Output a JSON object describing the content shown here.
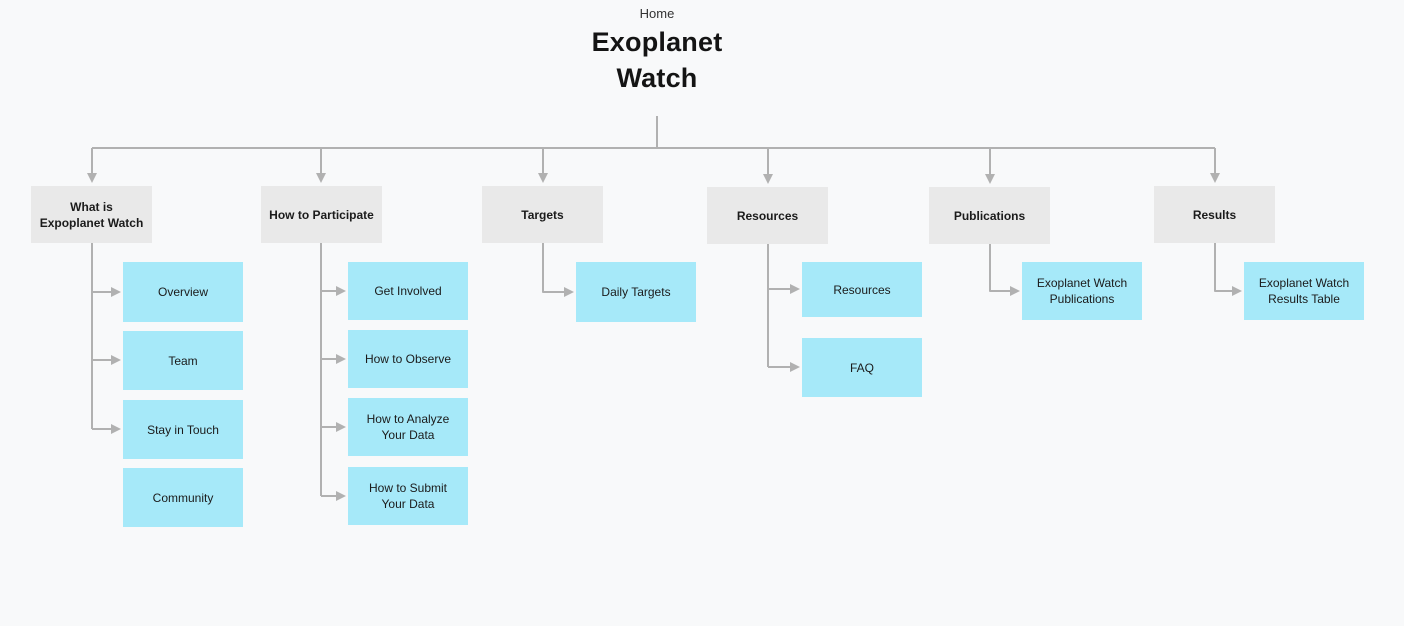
{
  "header": {
    "breadcrumb": "Home",
    "title_line1": "Exoplanet",
    "title_line2": "Watch"
  },
  "colors": {
    "background": "#f8f9fa",
    "category_bg": "#e9e9e9",
    "child_bg": "#a6e9f9",
    "connector": "#b1b1b1",
    "text": "#1b1b1b"
  },
  "tree": {
    "root": "Exoplanet Watch",
    "categories": [
      {
        "label": "What is Expoplanet Watch",
        "children": [
          "Overview",
          "Team",
          "Stay in Touch",
          "Community"
        ]
      },
      {
        "label": "How to Participate",
        "children": [
          "Get Involved",
          "How to Observe",
          "How to Analyze Your Data",
          "How to Submit Your Data"
        ]
      },
      {
        "label": "Targets",
        "children": [
          "Daily Targets"
        ]
      },
      {
        "label": "Resources",
        "children": [
          "Resources",
          "FAQ"
        ]
      },
      {
        "label": "Publications",
        "children": [
          "Exoplanet Watch Publications"
        ]
      },
      {
        "label": "Results",
        "children": [
          "Exoplanet Watch Results Table"
        ]
      }
    ]
  }
}
